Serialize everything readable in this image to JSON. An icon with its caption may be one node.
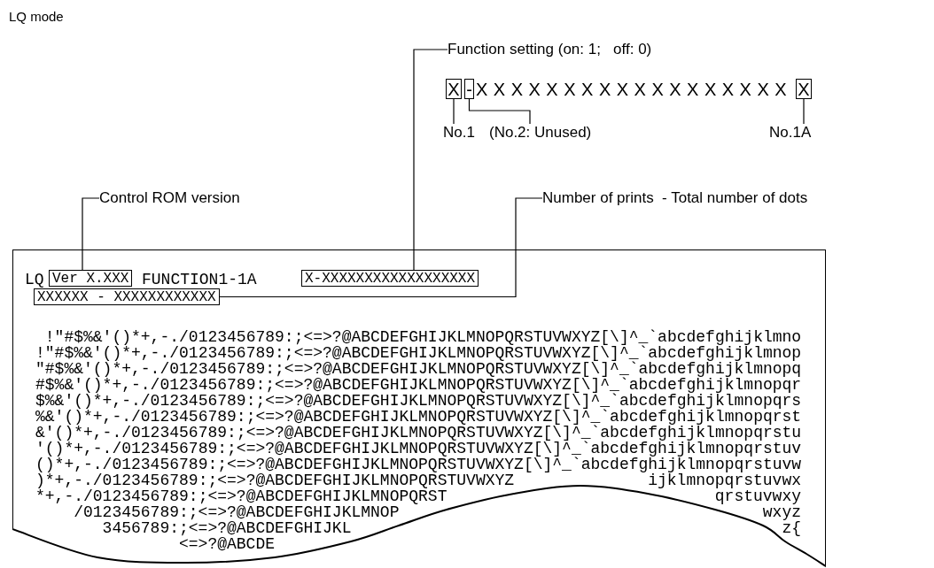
{
  "diagram": {
    "title": "LQ mode",
    "nodes": [
      {
        "text": [
          "Function setting (on: 1;   off: 0)"
        ]
      },
      {
        "text": [
          "X"
        ]
      },
      {
        "text": [
          "-"
        ]
      },
      {
        "text": [
          "X"
        ]
      },
      {
        "text": [
          "No.1"
        ]
      },
      {
        "text": [
          "(No.2: Unused)"
        ]
      },
      {
        "text": [
          "No.1A"
        ]
      },
      {
        "text": [
          "Control ROM version"
        ]
      },
      {
        "text": [
          "Number of prints  - Total number of dots"
        ]
      },
      {
        "text": [
          "LQ",
          "FUNCTION1-1A",
          "!\"#$%&'()*+,-./0123456789:;<=>?@ABCDEFGHIJKLMNOPQRSTUVWXYZ[\\]^_`abcdefghijklmno",
          "!\"#$%&'()*+,-./0123456789:;<=>?@ABCDEFGHIJKLMNOPQRSTUVWXYZ[\\]^_`abcdefghijklmnop",
          "\"#$%&'()*+,-./0123456789:;<=>?@ABCDEFGHIJKLMNOPQRSTUVWXYZ[\\]^_`abcdefghijklmnopq",
          "#$%&'()*+,-./0123456789:;<=>?@ABCDEFGHIJKLMNOPQRSTUVWXYZ[\\]^_`abcdefghijklmnopqr",
          "$%&'()*+,-./0123456789:;<=>?@ABCDEFGHIJKLMNOPQRSTUVWXYZ[\\]^_`abcdefghijklmnopqrs",
          "%&'()*+,-./0123456789:;<=>?@ABCDEFGHIJKLMNOPQRSTUVWXYZ[\\]^_`abcdefghijklmnopqrst",
          "&'()*+,-./0123456789:;<=>?@ABCDEFGHIJKLMNOPQRSTUVWXYZ[\\]^_`abcdefghijklmnopqrstu",
          "'()*+,-./0123456789:;<=>?@ABCDEFGHIJKLMNOPQRSTUVWXYZ[\\]^_`abcdefghijklmnopqrstuv",
          "()*+,-./0123456789:;<=>?@ABCDEFGHIJKLMNOPQRSTUVWXYZ[\\]^_`abcdefghijklmnopqrstuvw",
          ")*+,-./0123456789:;<=>?@ABCDEFGHIJKLMNOPQRSTUVWXYZ",
          "ijklmnopqrstuvwx",
          "*+,-./0123456789:;<=>?@ABCDEFGHIJKLMNOPQRST",
          "qrstuvwxy",
          "/0123456789:;<=>?@ABCDEFGHIJKLMNOP",
          "wxyz",
          "3456789:;<=>?@ABCDEFGHIJKL",
          "z{",
          "<=>?@ABCDE"
        ]
      },
      {
        "text": [
          "Ver X.XXX"
        ],
        "in": 9
      },
      {
        "text": [
          "X-XXXXXXXXXXXXXXXXXX"
        ],
        "in": 9
      },
      {
        "text": [
          "XXXXXX - XXXXXXXXXXXX"
        ],
        "in": 9
      }
    ],
    "edges": [
      {
        "from": 0,
        "to": 11,
        "arrow": "none"
      },
      {
        "from": 4,
        "to": 1,
        "arrow": "none"
      },
      {
        "from": 5,
        "to": 2,
        "arrow": "none"
      },
      {
        "from": 6,
        "to": 3,
        "arrow": "none"
      },
      {
        "from": 7,
        "to": 10,
        "arrow": "none"
      },
      {
        "from": 8,
        "to": 12,
        "arrow": "none"
      }
    ],
    "labels": [
      "XXXXXXXXXXXXXXXXXX"
    ]
  }
}
